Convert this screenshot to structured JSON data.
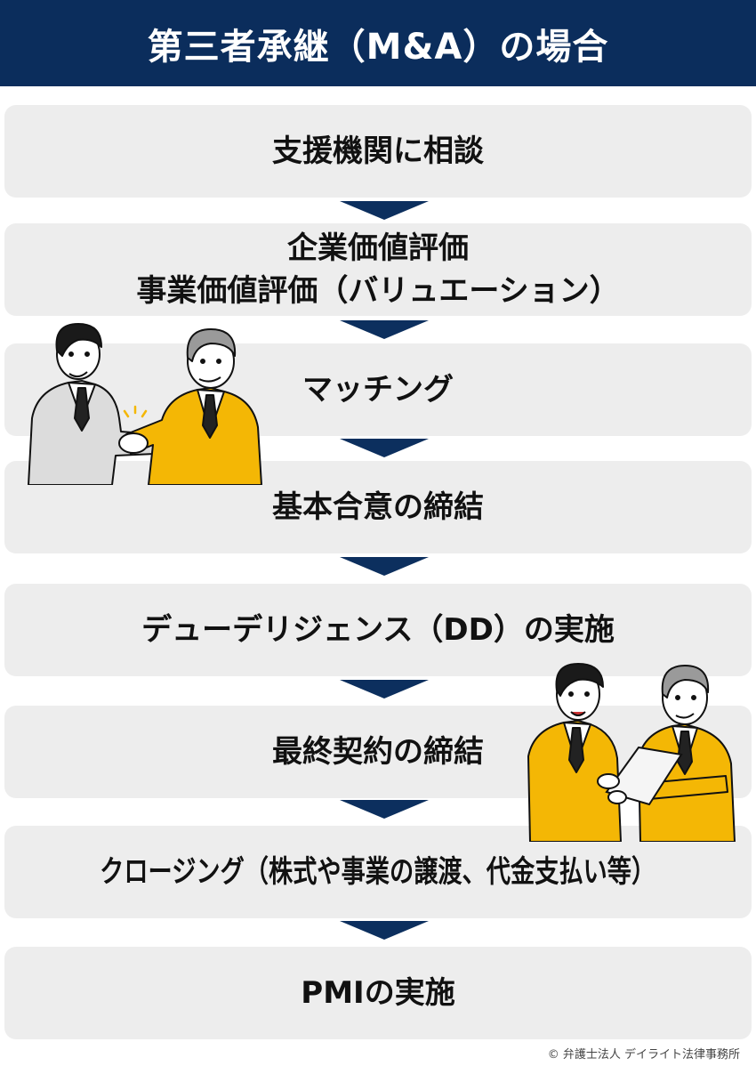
{
  "header": {
    "title": "第三者承継（M&A）の場合",
    "background_color": "#0b2d5c"
  },
  "steps": [
    {
      "lines": [
        "支援機関に相談"
      ]
    },
    {
      "lines": [
        "企業価値評価",
        "事業価値評価（バリュエーション）"
      ]
    },
    {
      "lines": [
        "マッチング"
      ]
    },
    {
      "lines": [
        "基本合意の締結"
      ]
    },
    {
      "lines": [
        "デューデリジェンス（DD）の実施"
      ]
    },
    {
      "lines": [
        "最終契約の締結"
      ]
    },
    {
      "lines": [
        "クロージング（株式や事業の譲渡、代金支払い等）"
      ]
    },
    {
      "lines": [
        "PMIの実施"
      ]
    }
  ],
  "arrows": {
    "icon": "down-triangle-arrow-icon",
    "color": "#0c2f5e",
    "count": 7
  },
  "illustrations": [
    {
      "name": "handshake-businessmen-illustration",
      "near_step": 3,
      "jacket_colors": [
        "#dcdcdc",
        "#f4b705"
      ]
    },
    {
      "name": "document-review-businessmen-illustration",
      "near_step": 6,
      "jacket_colors": [
        "#f4b705",
        "#f4b705"
      ]
    }
  ],
  "colors": {
    "step_background": "#ededed",
    "text": "#111111",
    "accent_yellow": "#f4b705"
  },
  "footer": {
    "copyright": "© 弁護士法人 デイライト法律事務所"
  }
}
